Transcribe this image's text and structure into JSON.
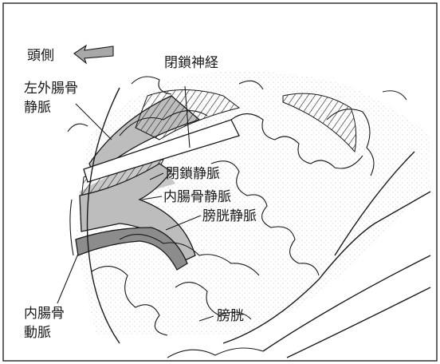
{
  "labels": {
    "head_side": "頭側",
    "obturator_nerve": "閉鎖神経",
    "left_ext_iliac_vein_1": "左外腸骨",
    "left_ext_iliac_vein_2": "静脈",
    "obturator_vein": "閉鎖静脈",
    "int_iliac_vein": "内腸骨静脈",
    "vesical_vein": "膀胱静脈",
    "int_iliac_artery_1": "内腸骨",
    "int_iliac_artery_2": "動脈",
    "bladder": "膀胱"
  },
  "colors": {
    "line": "#1a1a1a",
    "vein_fill": "#bdbdbd",
    "artery_fill": "#8c8c8c",
    "tissue_stipple": "#d9d9d9",
    "arrow_fill": "#a8a8a8",
    "frame": "#333333"
  },
  "icons": {
    "direction_arrow": "left-arrow-icon"
  }
}
